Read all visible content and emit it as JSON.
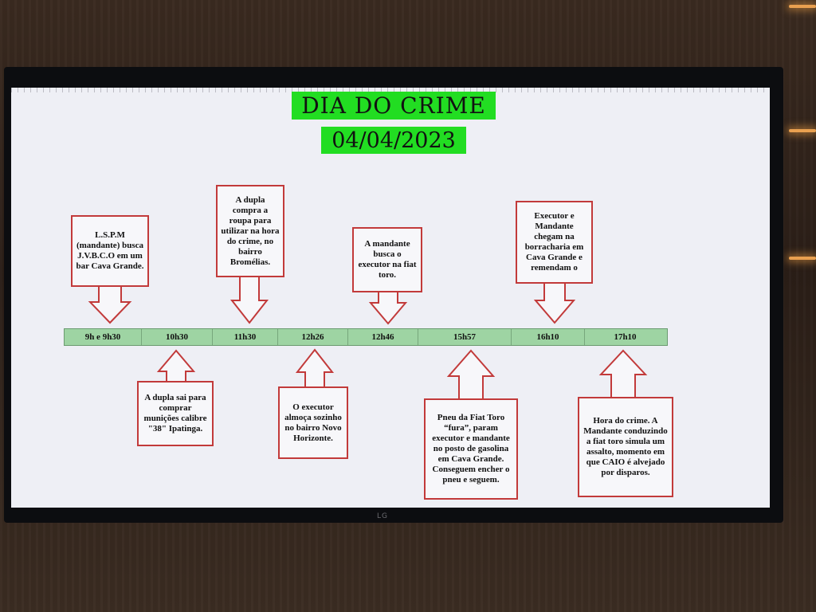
{
  "slide": {
    "title": "DIA DO CRIME",
    "date": "04/04/2023"
  },
  "screen": {
    "brand": "LG"
  },
  "timeline": {
    "times": [
      "9h e 9h30",
      "10h30",
      "11h30",
      "12h26",
      "12h46",
      "15h57",
      "16h10",
      "17h10"
    ]
  },
  "events_above": [
    {
      "time": "9h e 9h30",
      "text": "L.S.P.M (mandante) busca J.V.B.C.O em um bar Cava Grande."
    },
    {
      "time": "11h30",
      "text": "A dupla compra a roupa para utilizar na hora do crime, no bairro Bromélias."
    },
    {
      "time": "12h46",
      "text": "A mandante busca o executor na fiat toro."
    },
    {
      "time": "16h10",
      "text": "Executor e Mandante chegam na borracharia em Cava Grande e remendam o"
    }
  ],
  "events_below": [
    {
      "time": "10h30",
      "text": "A dupla sai para comprar munições calibre \"38\" Ipatinga."
    },
    {
      "time": "12h26",
      "text": "O executor almoça sozinho no bairro Novo Horizonte."
    },
    {
      "time": "15h57",
      "text": "Pneu da Fiat Toro “fura”, param executor e mandante no posto de gasolina em Cava Grande. Conseguem encher o pneu e seguem."
    },
    {
      "time": "17h10",
      "text": "Hora do crime. A Mandante conduzindo a fiat toro simula um assalto, momento em que CAIO é alvejado por disparos."
    }
  ],
  "colors": {
    "title_bg": "#22dd22",
    "timeline_bg": "#9ed4a3",
    "box_border": "#c23a3a",
    "screen_bg": "#eeeff5"
  }
}
